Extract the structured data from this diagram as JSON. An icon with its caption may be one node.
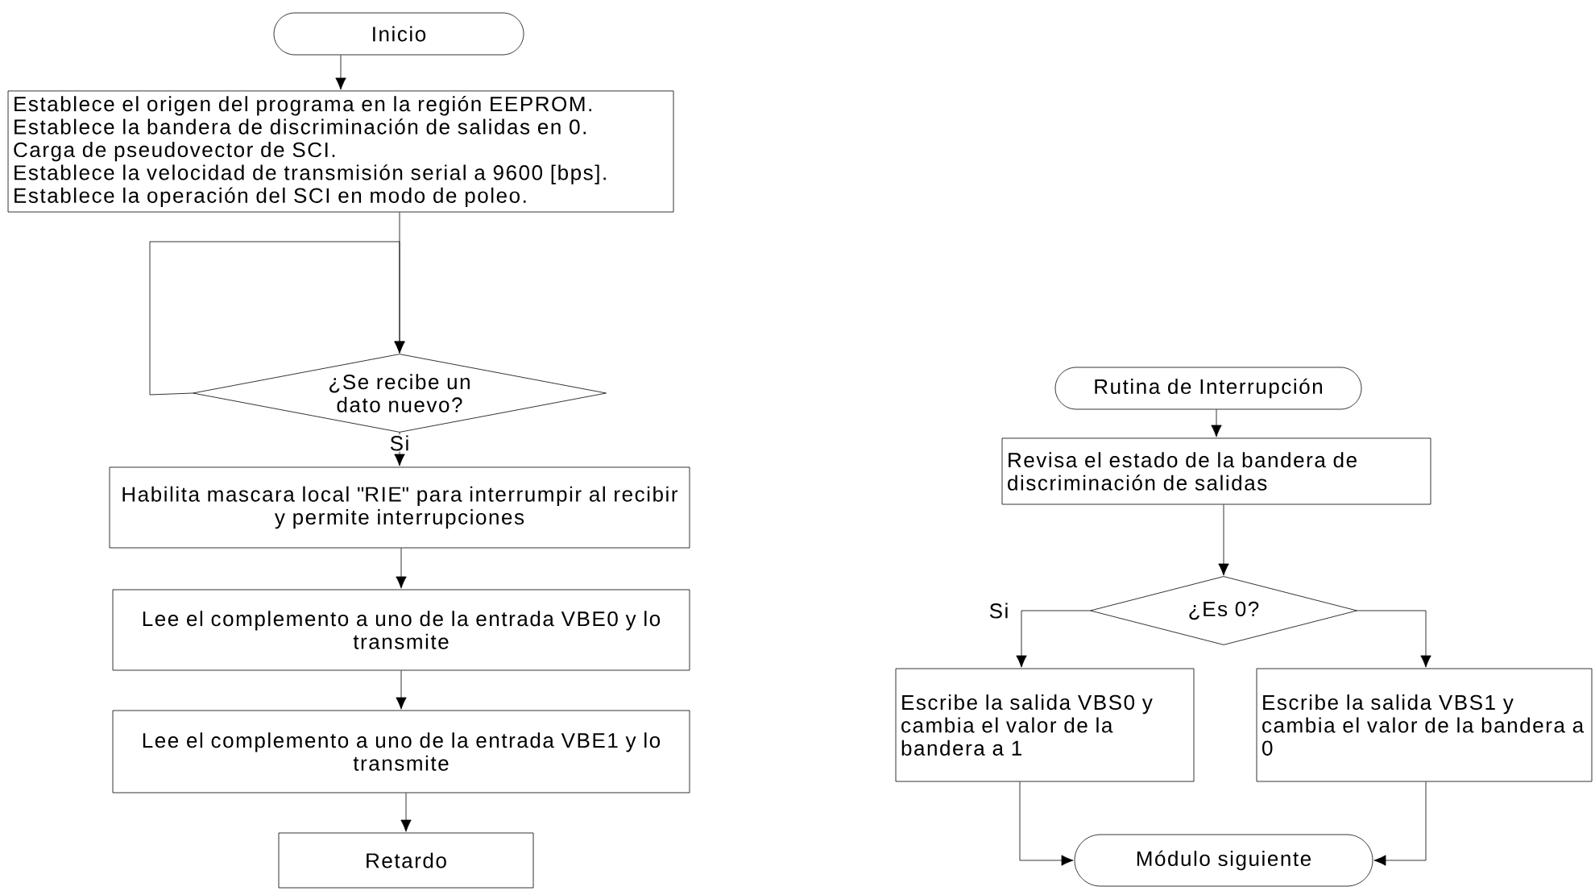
{
  "diagram": {
    "nodes": [
      {
        "text": [
          "Inicio"
        ]
      },
      {
        "text": [
          "Establece el origen del programa en la región EEPROM.",
          "Establece la bandera de discriminación de salidas en 0.",
          "Carga de pseudovector de SCI.",
          "Establece la velocidad de transmisión serial a 9600 [bps].",
          "Establece la operación del SCI en modo de poleo."
        ]
      },
      {
        "text": [
          "¿Se recibe un dato nuevo?"
        ]
      },
      {
        "text": [
          "Habilita mascara local \"RIE\"  para interrumpir al recibir y permite interrupciones"
        ]
      },
      {
        "text": [
          "Lee el complemento a uno de la entrada VBE0 y lo transmite"
        ]
      },
      {
        "text": [
          "Lee el complemento a uno de la entrada VBE1 y lo transmite"
        ]
      },
      {
        "text": [
          "Retardo"
        ]
      },
      {
        "text": [
          "Rutina de Interrupción"
        ]
      },
      {
        "text": [
          "Revisa el estado de la bandera de discriminación de salidas"
        ]
      },
      {
        "text": [
          "¿Es 0?"
        ]
      },
      {
        "text": [
          "Escribe la salida VBS0 y cambia el valor de la bandera a 1"
        ]
      },
      {
        "text": [
          "Escribe la salida VBS1 y cambia el valor de la bandera a 0"
        ]
      },
      {
        "text": [
          "Módulo siguiente"
        ]
      }
    ],
    "edges": [
      {
        "from": 0,
        "to": 1,
        "arrow": "to"
      },
      {
        "from": 1,
        "to": 2,
        "arrow": "to"
      },
      {
        "from": 2,
        "to": 2,
        "arrow": "to"
      },
      {
        "from": 2,
        "to": 3,
        "arrow": "to",
        "label": "Si"
      },
      {
        "from": 3,
        "to": 4,
        "arrow": "to"
      },
      {
        "from": 4,
        "to": 5,
        "arrow": "to"
      },
      {
        "from": 5,
        "to": 6,
        "arrow": "to"
      },
      {
        "from": 7,
        "to": 8,
        "arrow": "to"
      },
      {
        "from": 8,
        "to": 9,
        "arrow": "to"
      },
      {
        "from": 9,
        "to": 10,
        "arrow": "to",
        "label": "Si"
      },
      {
        "from": 9,
        "to": 11,
        "arrow": "to"
      },
      {
        "from": 10,
        "to": 12,
        "arrow": "to"
      },
      {
        "from": 11,
        "to": 12,
        "arrow": "to"
      }
    ]
  }
}
